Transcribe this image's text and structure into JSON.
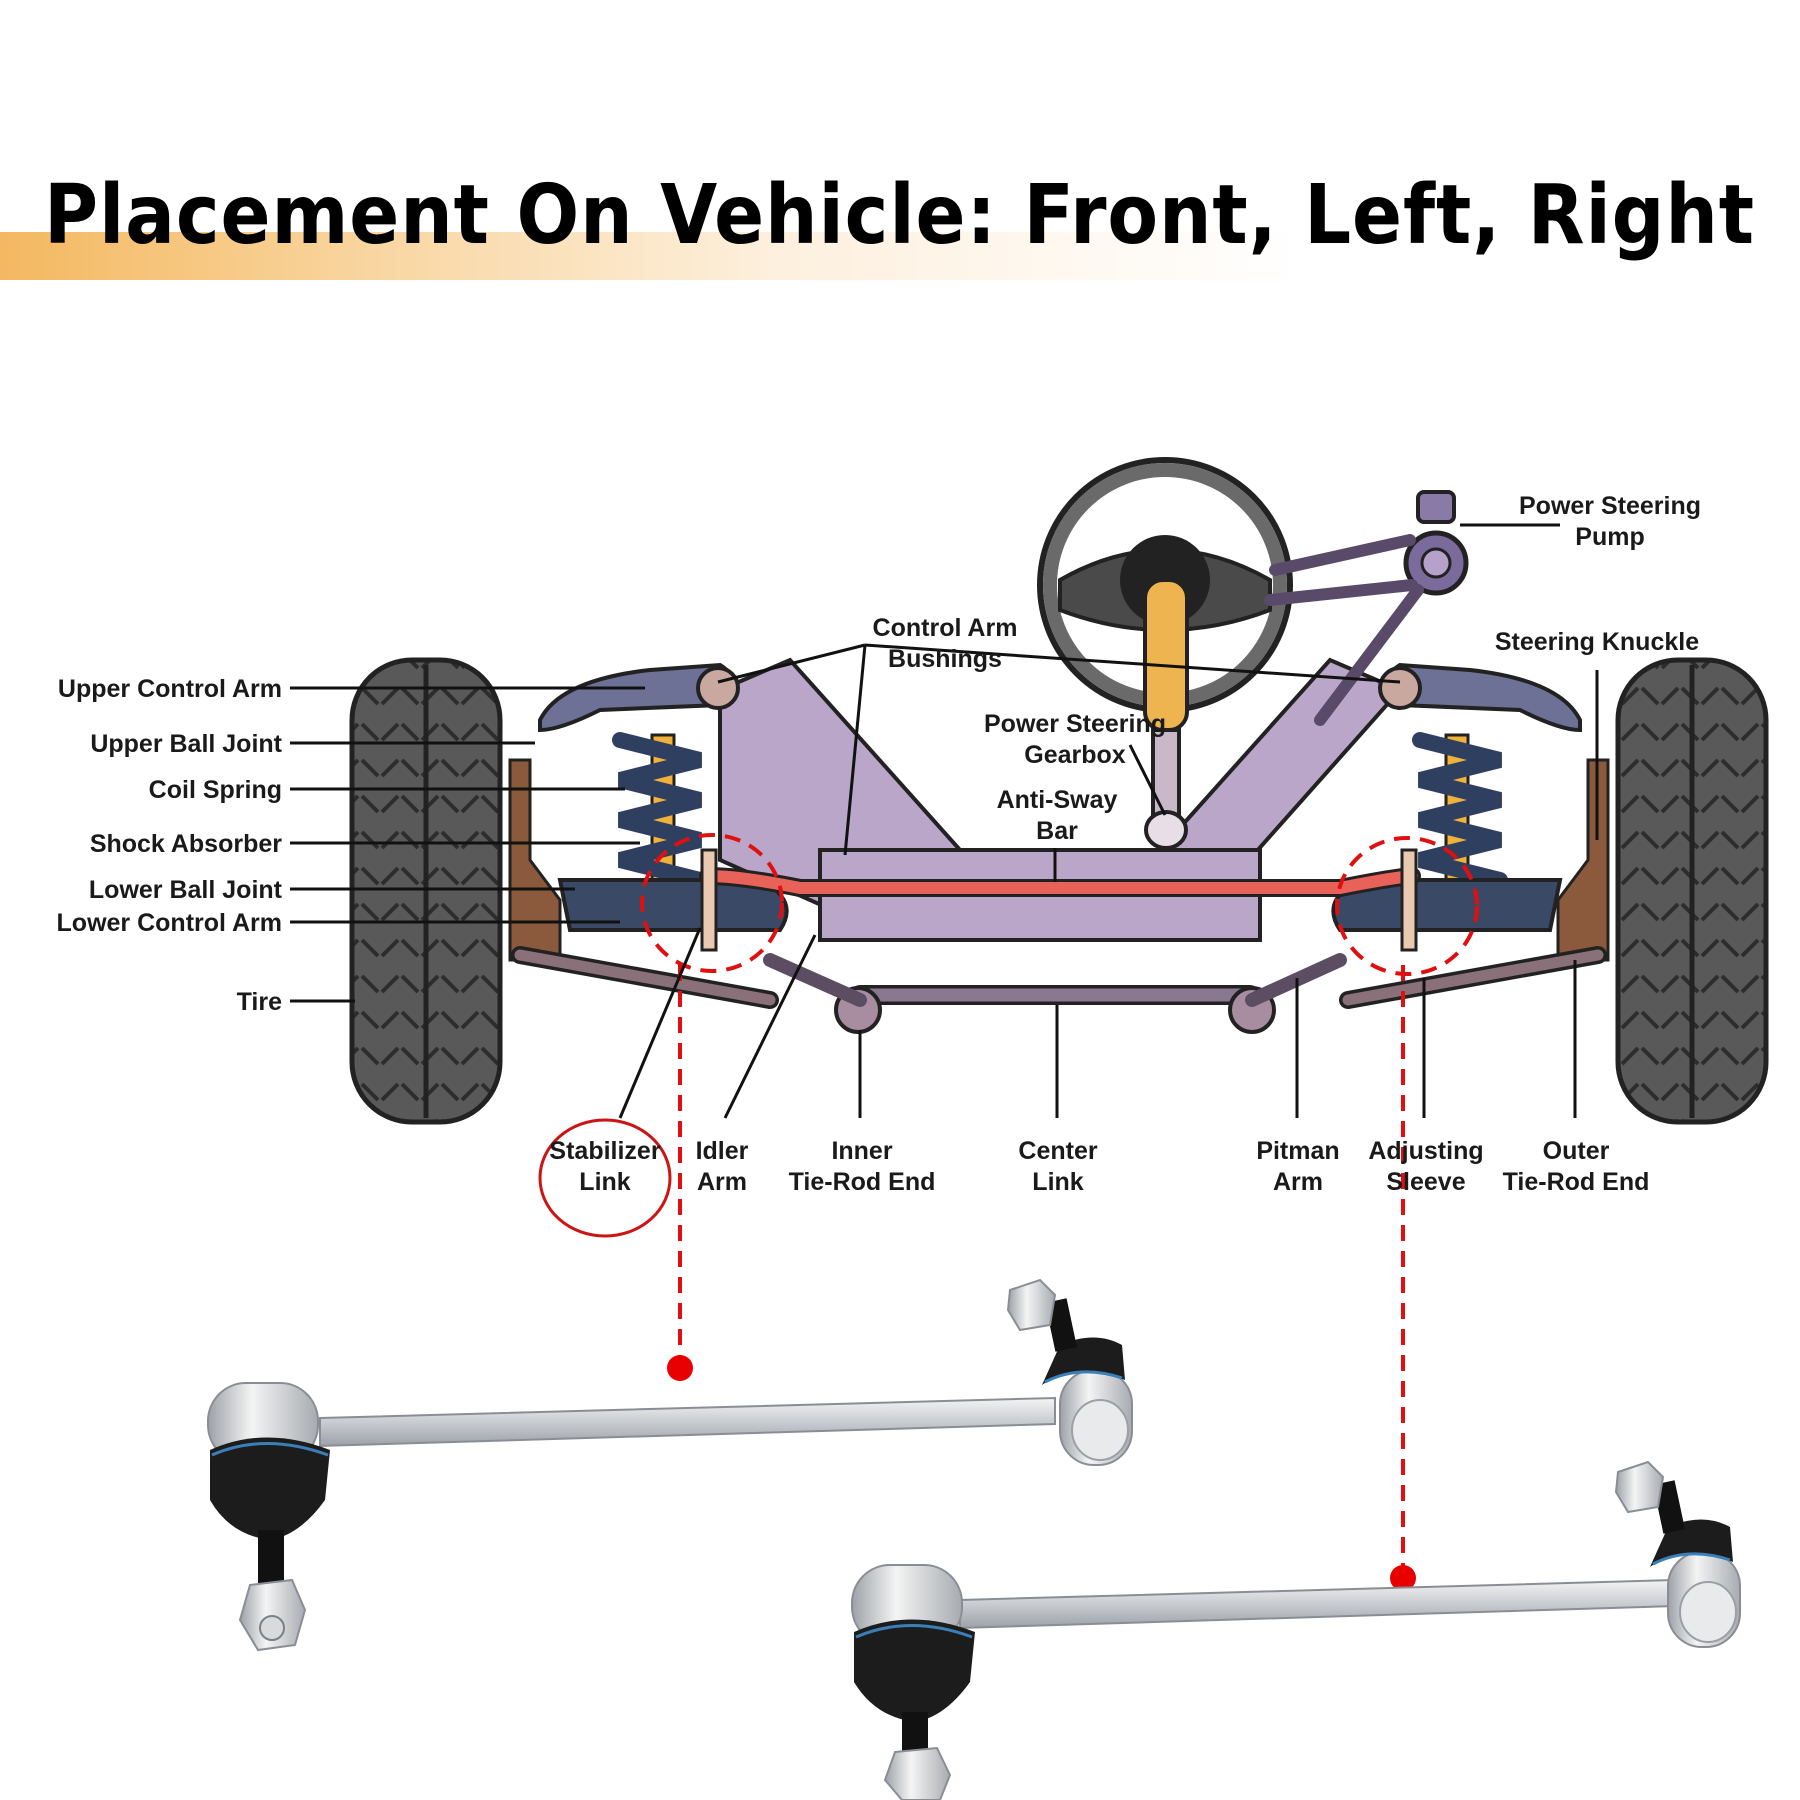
{
  "title": "Placement On Vehicle: Front, Left, Right",
  "colors": {
    "banner_start": "#f4b860",
    "highlight_red": "#e01010",
    "anti_sway_bar": "#e8625a",
    "frame_purple": "#b9a6c8",
    "control_arm": "#6d7196",
    "tire": "#555555",
    "spring": "#2f3f5f",
    "shock": "#f0b23a"
  },
  "labels": {
    "left": {
      "upper_control_arm": "Upper Control Arm",
      "upper_ball_joint": "Upper Ball Joint",
      "coil_spring": "Coil Spring",
      "shock_absorber": "Shock Absorber",
      "lower_ball_joint": "Lower Ball Joint",
      "lower_control_arm": "Lower Control Arm",
      "tire": "Tire"
    },
    "top": {
      "control_arm_bushings_1": "Control Arm",
      "control_arm_bushings_2": "Bushings",
      "power_steering_gearbox_1": "Power Steering",
      "power_steering_gearbox_2": "Gearbox",
      "anti_sway_bar_1": "Anti-Sway",
      "anti_sway_bar_2": "Bar",
      "power_steering_pump_1": "Power Steering",
      "power_steering_pump_2": "Pump",
      "steering_knuckle": "Steering Knuckle"
    },
    "bottom": [
      {
        "line1": "Stabilizer",
        "line2": "Link"
      },
      {
        "line1": "Idler",
        "line2": "Arm"
      },
      {
        "line1": "Inner",
        "line2": "Tie-Rod End"
      },
      {
        "line1": "Center",
        "line2": "Link"
      },
      {
        "line1": "Pitman",
        "line2": "Arm"
      },
      {
        "line1": "Adjusting",
        "line2": "Sleeve"
      },
      {
        "line1": "Outer",
        "line2": "Tie-Rod End"
      }
    ]
  },
  "highlighted_part": "Stabilizer Link",
  "product_count": 2
}
